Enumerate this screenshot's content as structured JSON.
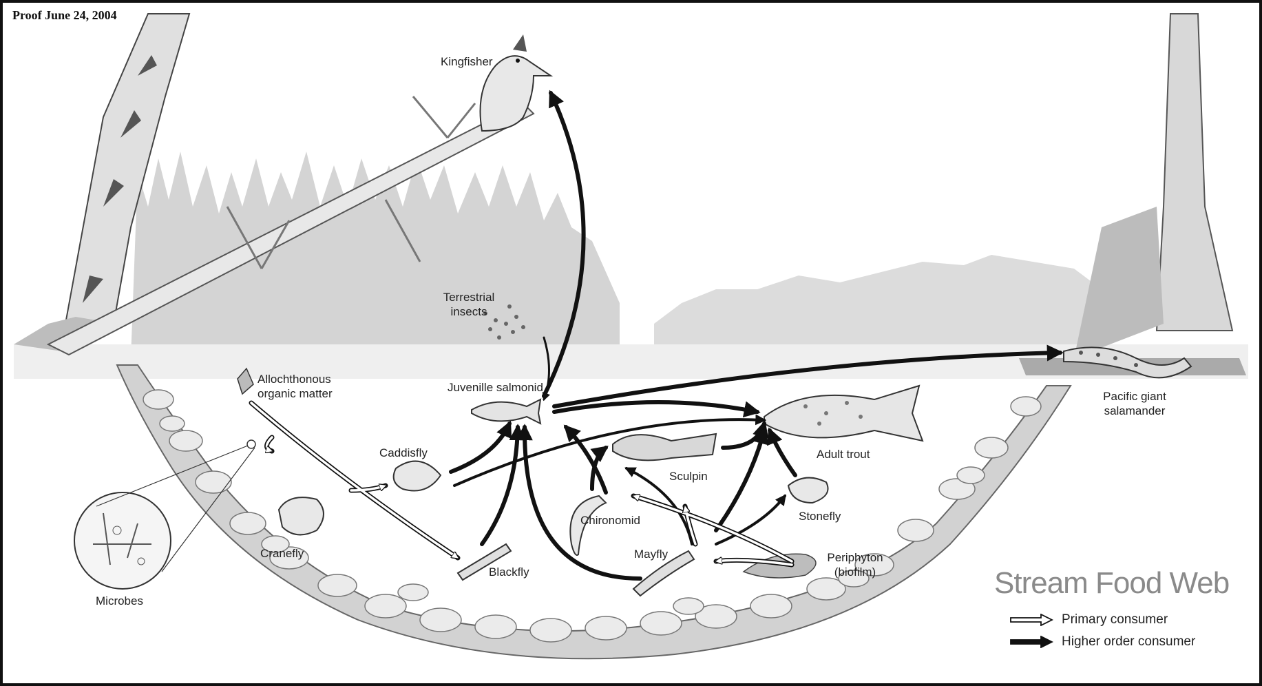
{
  "proof_stamp": "Proof June 24, 2004",
  "title": "Stream Food Web",
  "organisms": {
    "kingfisher": "Kingfisher",
    "terrestrial_insects_1": "Terrestrial",
    "terrestrial_insects_2": "insects",
    "juvenile_salmonid": "Juvenille salmonid",
    "allochthonous_1": "Allochthonous",
    "allochthonous_2": "organic matter",
    "caddisfly": "Caddisfly",
    "cranefly": "Cranefly",
    "microbes": "Microbes",
    "blackfly": "Blackfly",
    "chironomid": "Chironomid",
    "sculpin": "Sculpin",
    "adult_trout": "Adult trout",
    "stonefly": "Stonefly",
    "mayfly": "Mayfly",
    "periphyton_1": "Periphyton",
    "periphyton_2": "(biofilm)",
    "salamander_1": "Pacific giant",
    "salamander_2": "salamander"
  },
  "legend": {
    "primary": "Primary consumer",
    "higher": "Higher order consumer"
  },
  "colors": {
    "background": "#ffffff",
    "sky_forest": "#d8d8d8",
    "water": "#f2f2f2",
    "stones": "#d6d6d6",
    "arrow_higher": "#111111",
    "arrow_primary_fill": "#ffffff",
    "title": "#8a8a8a"
  }
}
